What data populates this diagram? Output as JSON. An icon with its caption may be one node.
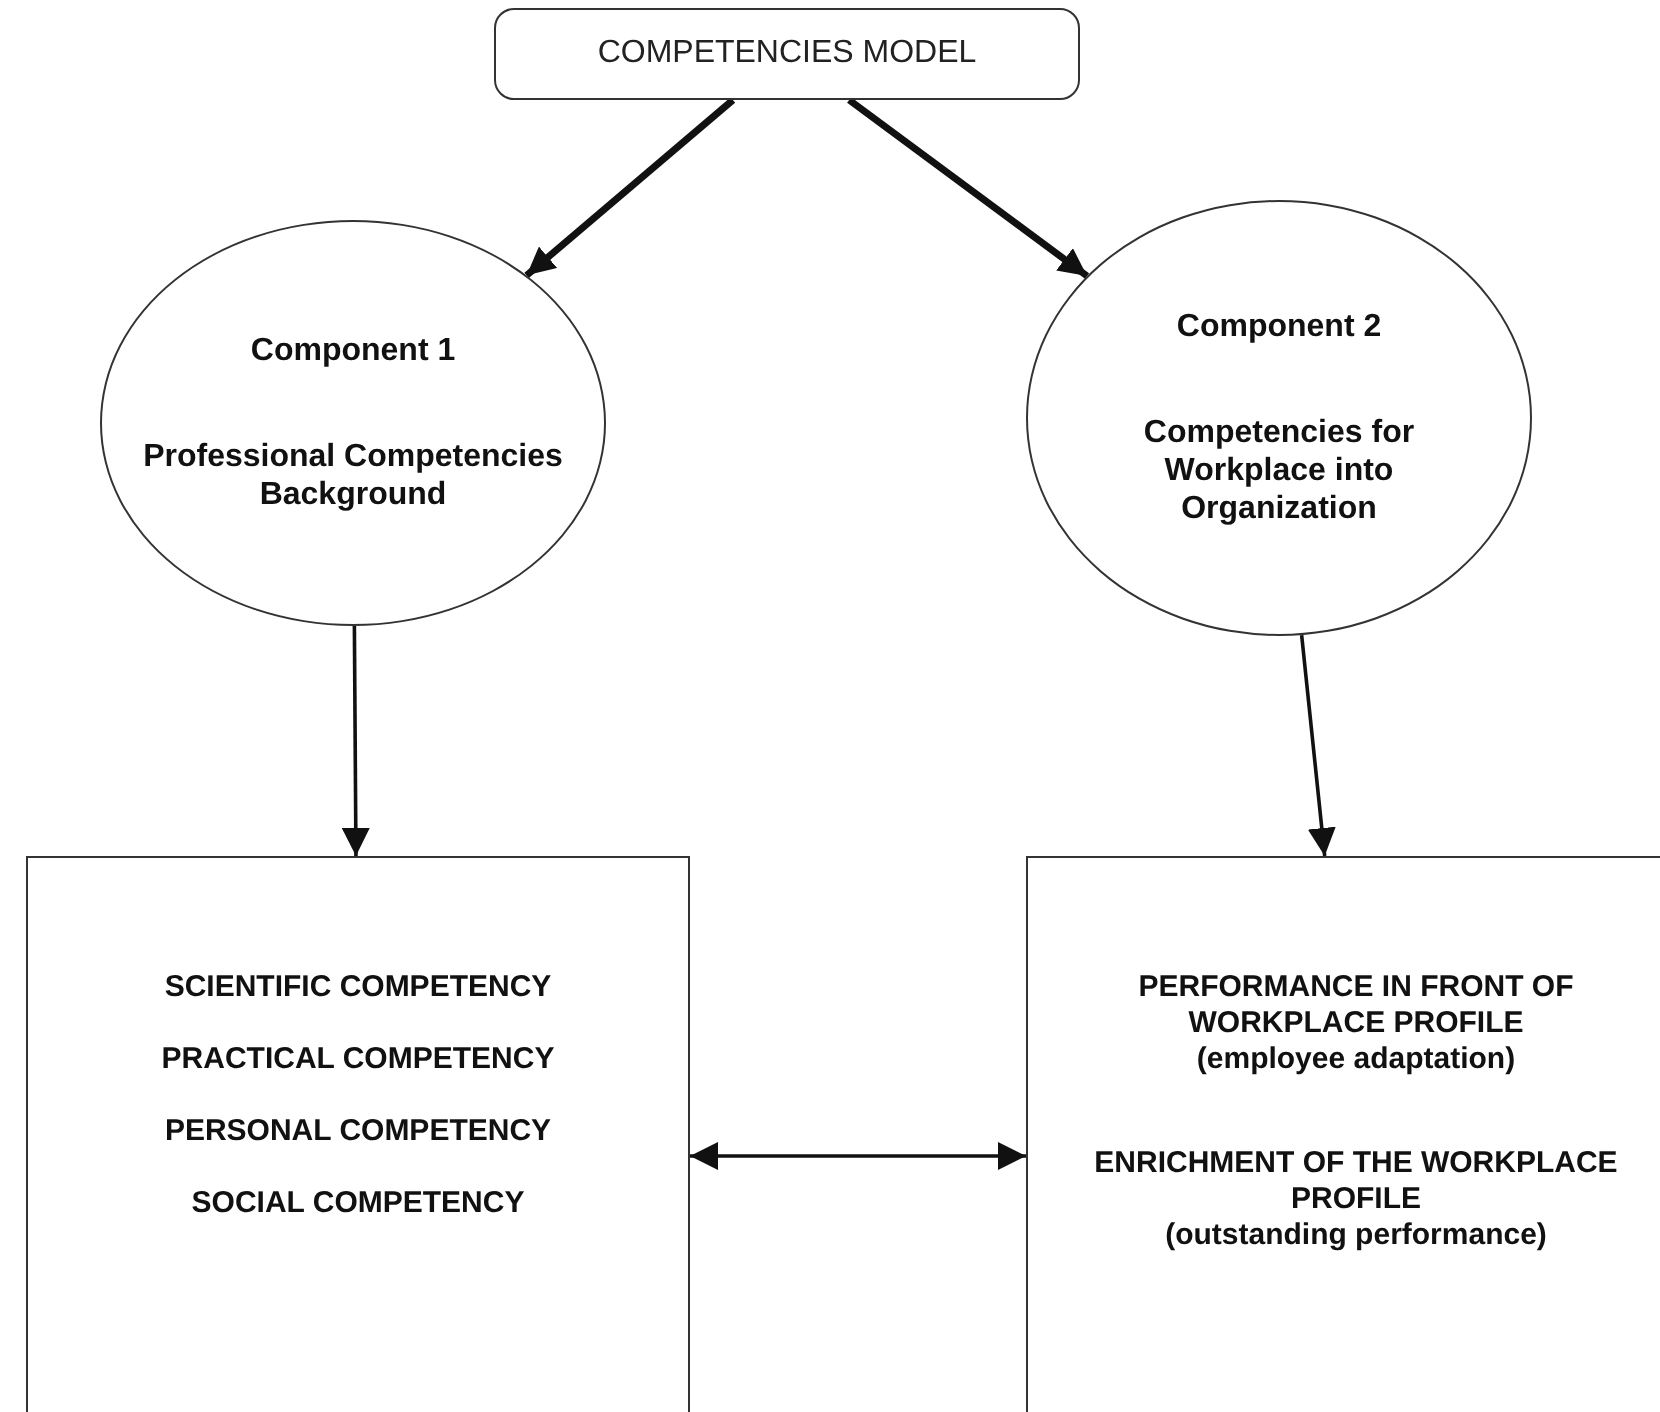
{
  "diagram": {
    "nodes": [
      {
        "text": [
          "COMPETENCIES MODEL"
        ]
      },
      {
        "text": [
          "Component 1",
          "Professional Competencies Background"
        ]
      },
      {
        "text": [
          "Component 2",
          "Competencies for Workplace into Organization"
        ]
      },
      {
        "text": [
          "SCIENTIFIC COMPETENCY",
          "PRACTICAL COMPETENCY",
          "PERSONAL COMPETENCY",
          "SOCIAL COMPETENCY"
        ]
      },
      {
        "text": [
          "PERFORMANCE IN FRONT OF WORKPLACE PROFILE",
          "(employee adaptation)",
          "ENRICHMENT OF THE WORKPLACE PROFILE",
          "(outstanding performance)"
        ]
      }
    ],
    "edges": [
      {
        "from": 0,
        "to": 1,
        "arrow": "to",
        "style": "thick"
      },
      {
        "from": 0,
        "to": 2,
        "arrow": "to",
        "style": "thick"
      },
      {
        "from": 1,
        "to": 3,
        "arrow": "to"
      },
      {
        "from": 2,
        "to": 4,
        "arrow": "to"
      },
      {
        "from": 3,
        "to": 4,
        "arrow": "both"
      }
    ]
  }
}
